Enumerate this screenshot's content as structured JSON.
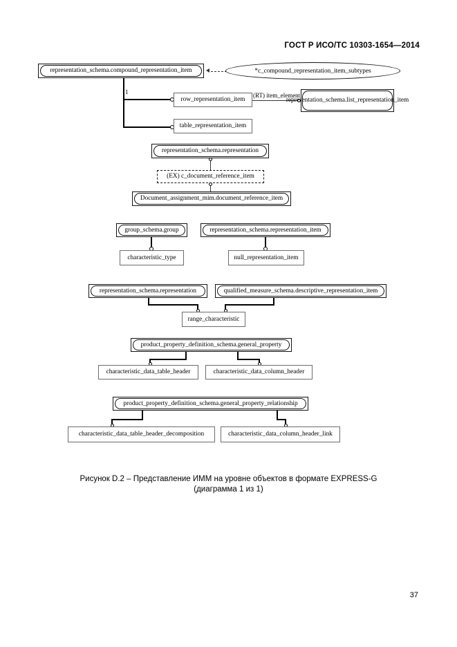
{
  "document": {
    "header": "ГОСТ Р ИСО/ТС 10303-1654—2014",
    "page_number": "37",
    "caption_line1": "Рисунок  D.2 – Представление ИММ на уровне объектов в формате EXPRESS-G",
    "caption_line2": "(диаграмма 1 из 1)"
  },
  "diagram": {
    "type": "express-g",
    "nodes": {
      "compound_representation_item": "representation_schema.compound_representation_item",
      "compound_subtypes_ellipse": "*c_compound_representation_item_subtypes",
      "row_representation_item": "row_representation_item",
      "table_representation_item": "table_representation_item",
      "list_representation_item_line1": "representation_schema.list_",
      "list_representation_item_line2": "representation_item",
      "representation": "representation_schema.representation",
      "c_document_reference_item": "(EX) c_document_reference_item",
      "document_reference_item": "Document_assignment_mim.document_reference_item",
      "group_schema_group": "group_schema.group",
      "characteristic_type": "characteristic_type",
      "representation_item": "representation_schema.representation_item",
      "null_representation_item": "null_representation_item",
      "representation_2": "representation_schema.representation",
      "descriptive_representation_item": "qualified_measure_schema.descriptive_representation_item",
      "range_characteristic": "range_characteristic",
      "general_property": "product_property_definition_schema.general_property",
      "characteristic_data_table_header": "characteristic_data_table_header",
      "characteristic_data_column_header": "characteristic_data_column_header",
      "general_property_relationship": "product_property_definition_schema.general_property_relationship",
      "characteristic_data_table_header_decomposition": "characteristic_data_table_header_decomposition",
      "characteristic_data_column_header_link": "characteristic_data_column_header_link"
    },
    "edge_labels": {
      "cardinality_one": "1",
      "item_element": "(RT) item_element"
    },
    "colors": {
      "line": "#000000",
      "node_border": "#4d4d4d",
      "background": "#ffffff"
    }
  }
}
